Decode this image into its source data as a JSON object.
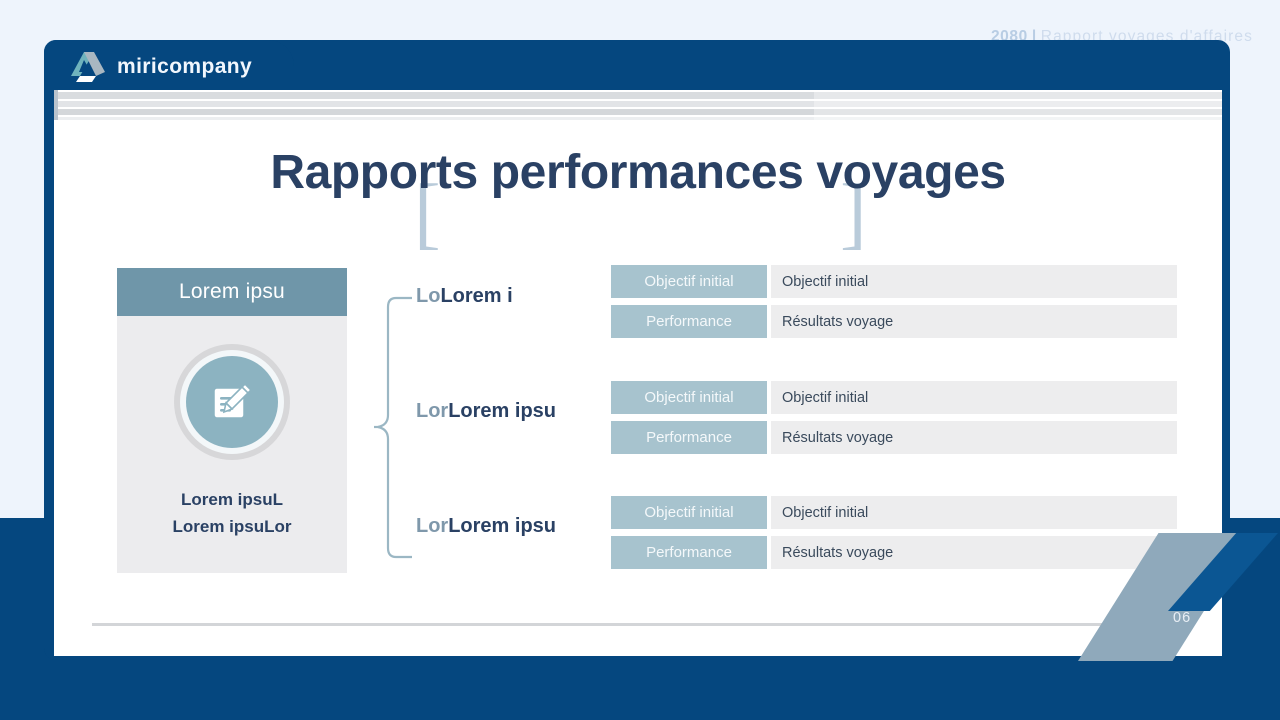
{
  "header": {
    "year": "2080",
    "separator": "|",
    "subtitle": "Rapport voyages d'affaires"
  },
  "brand": {
    "name": "miricompany",
    "logo_icon": "drive-triangle-logo"
  },
  "slide": {
    "title": "Rapports performances voyages",
    "bracket_left": "[",
    "bracket_right": "]",
    "page_number": "06"
  },
  "card": {
    "header": "Lorem ipsu",
    "icon": "pencil-edit-icon",
    "caption_line1": "Lorem ipsuL",
    "caption_line2": "Lorem ipsuLor"
  },
  "branches": [
    {
      "prefix": "Lo",
      "main": "Lorem i"
    },
    {
      "prefix": "Lor",
      "main": "Lorem ipsu"
    },
    {
      "prefix": "Lor",
      "main": "Lorem ipsu"
    }
  ],
  "groups": [
    {
      "rows": [
        {
          "key": "Objectif initial",
          "value": "Objectif initial"
        },
        {
          "key": "Performance",
          "value": "Résultats voyage"
        }
      ]
    },
    {
      "rows": [
        {
          "key": "Objectif initial",
          "value": "Objectif initial"
        },
        {
          "key": "Performance",
          "value": "Résultats voyage"
        }
      ]
    },
    {
      "rows": [
        {
          "key": "Objectif initial",
          "value": "Objectif initial"
        },
        {
          "key": "Performance",
          "value": "Résultats voyage"
        }
      ]
    }
  ],
  "colors": {
    "navy": "#05477f",
    "title_navy": "#2a4164",
    "teal": "#6f96a9",
    "teal_light": "#a7c3ce",
    "icon_teal": "#8cb3c1",
    "bg_light": "#eef4fc",
    "panel_gray": "#ececee",
    "diagonal_gray": "#8fa9bb"
  }
}
